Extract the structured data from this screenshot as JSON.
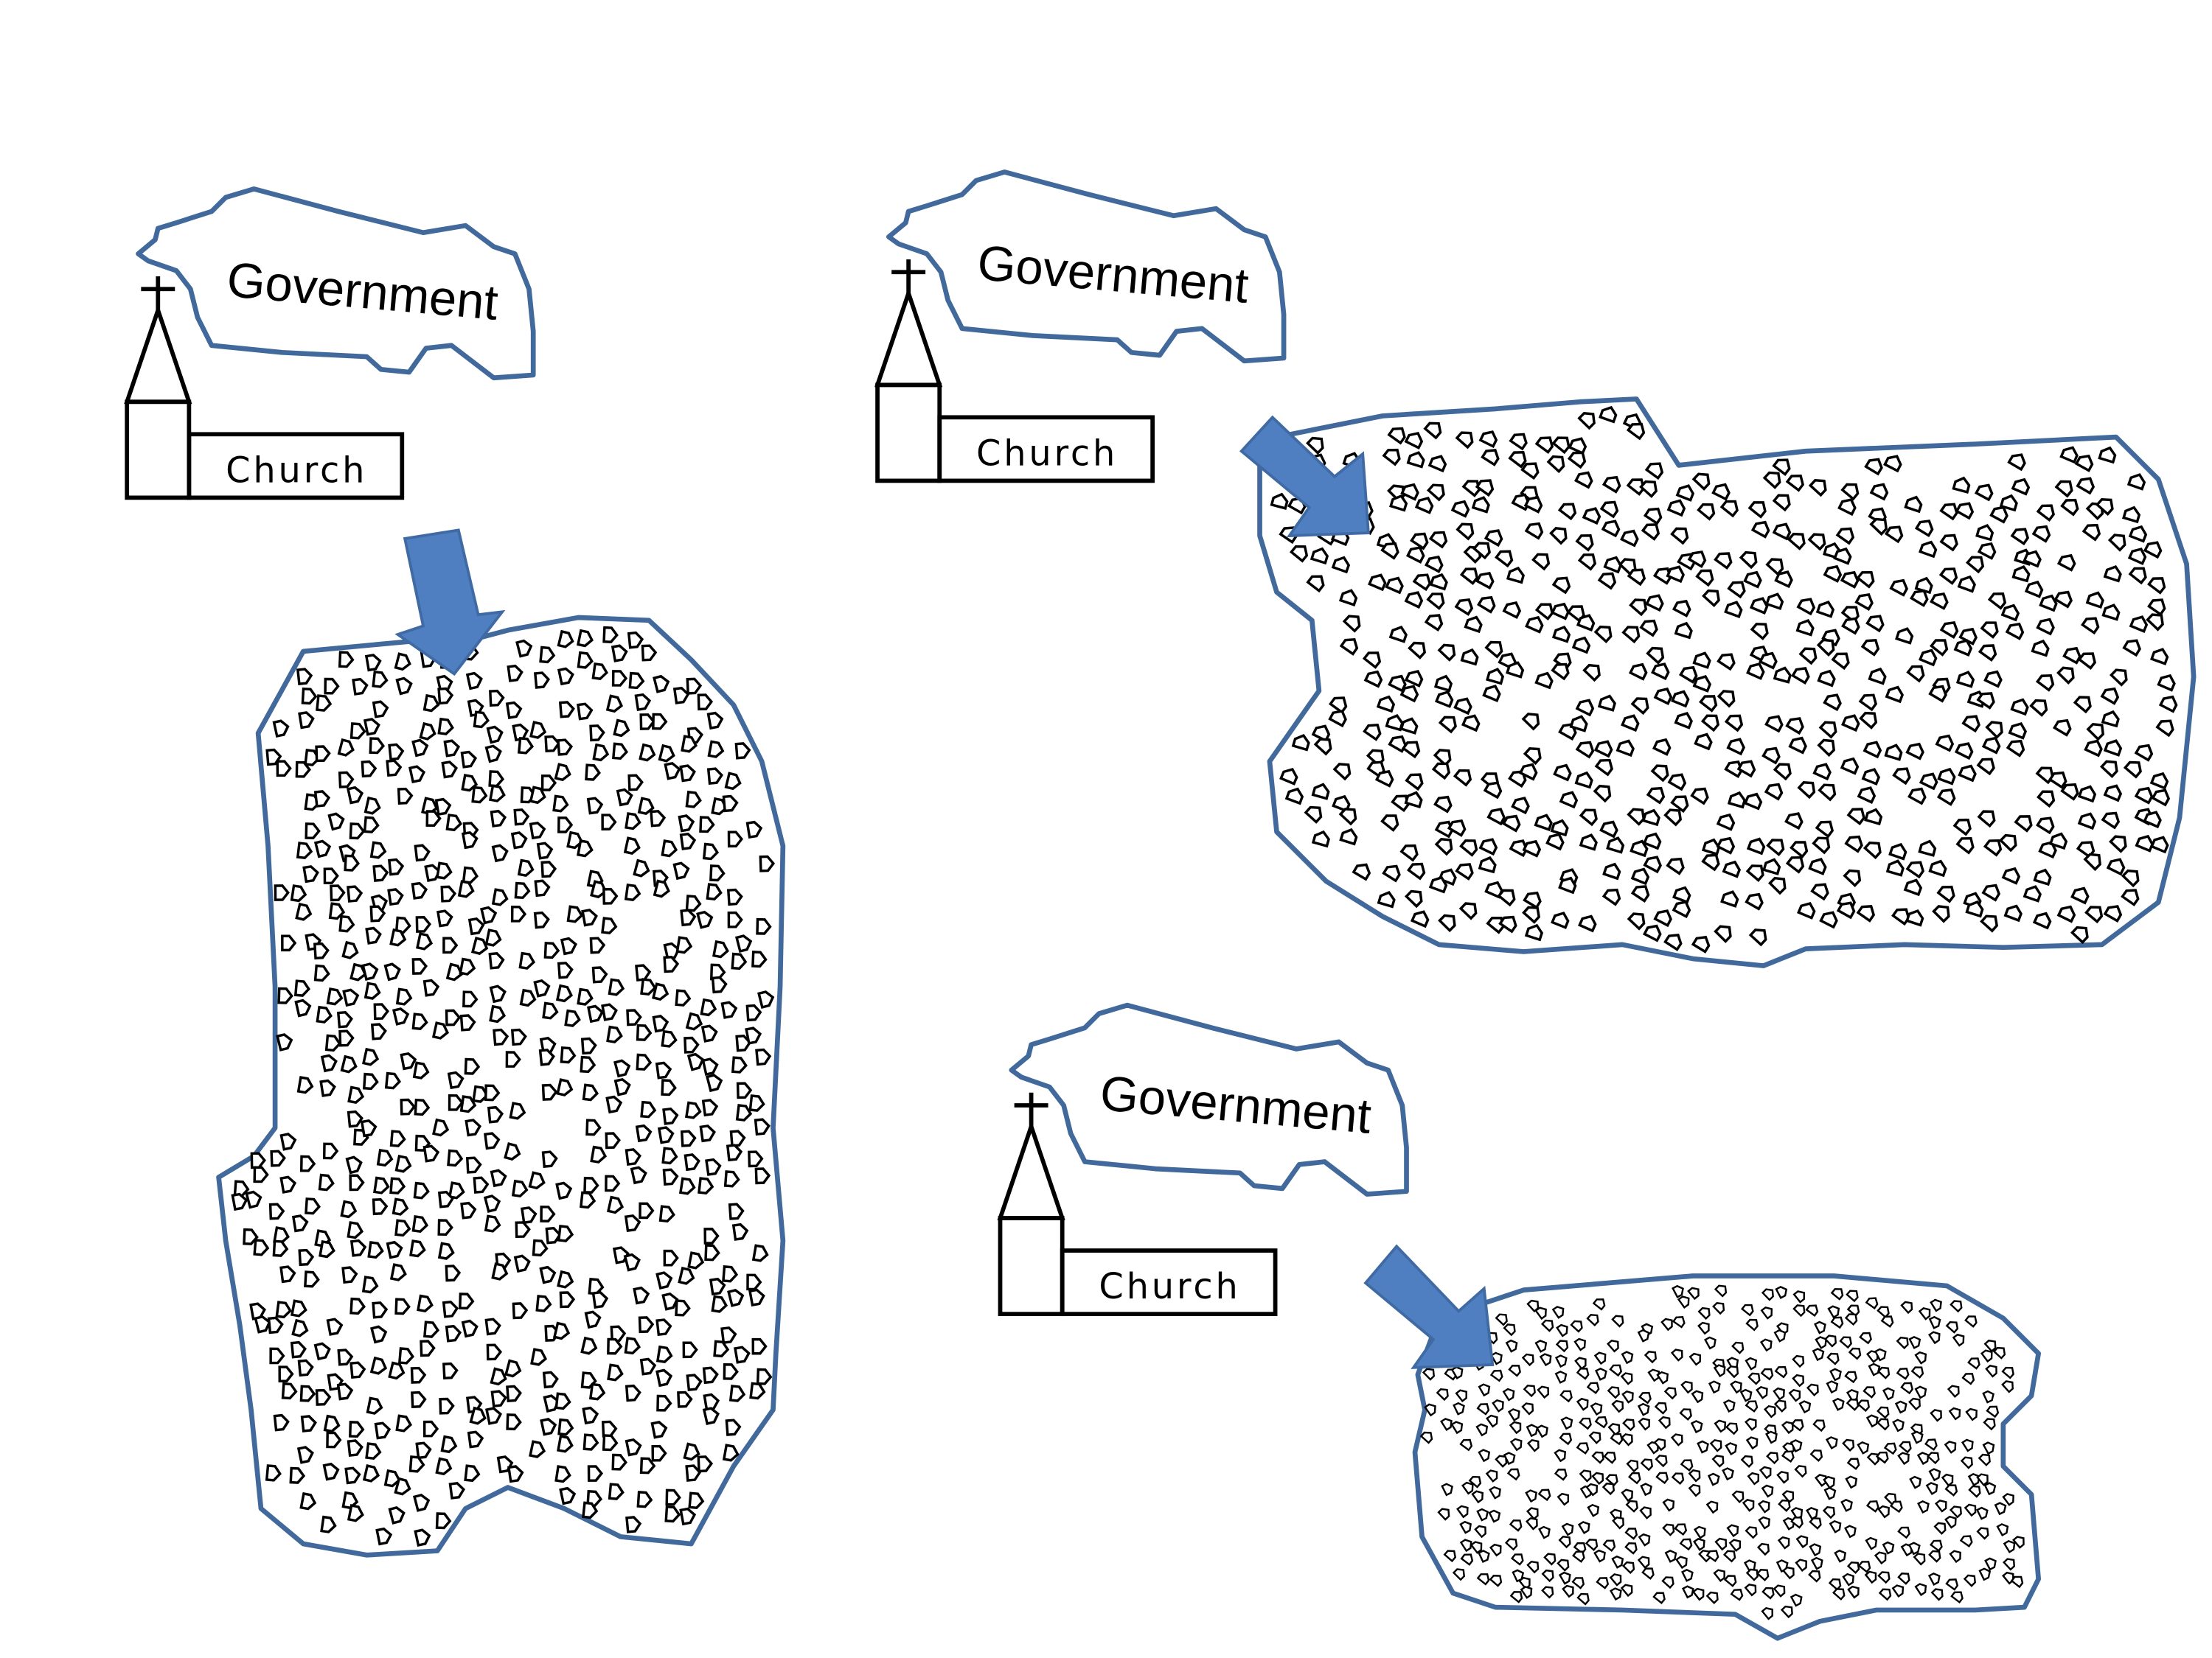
{
  "panels": [
    {
      "government_label": "Government",
      "church_label": "Church",
      "territory_density": "low",
      "arrow_direction": "down"
    },
    {
      "government_label": "Government",
      "church_label": "Church",
      "territory_density": "medium",
      "arrow_direction": "down-right"
    },
    {
      "government_label": "Government",
      "church_label": "Church",
      "territory_density": "high",
      "arrow_direction": "down-right"
    }
  ],
  "colors": {
    "outline": "#41699b",
    "arrow": "#4f7fc1",
    "ink": "#000000"
  }
}
